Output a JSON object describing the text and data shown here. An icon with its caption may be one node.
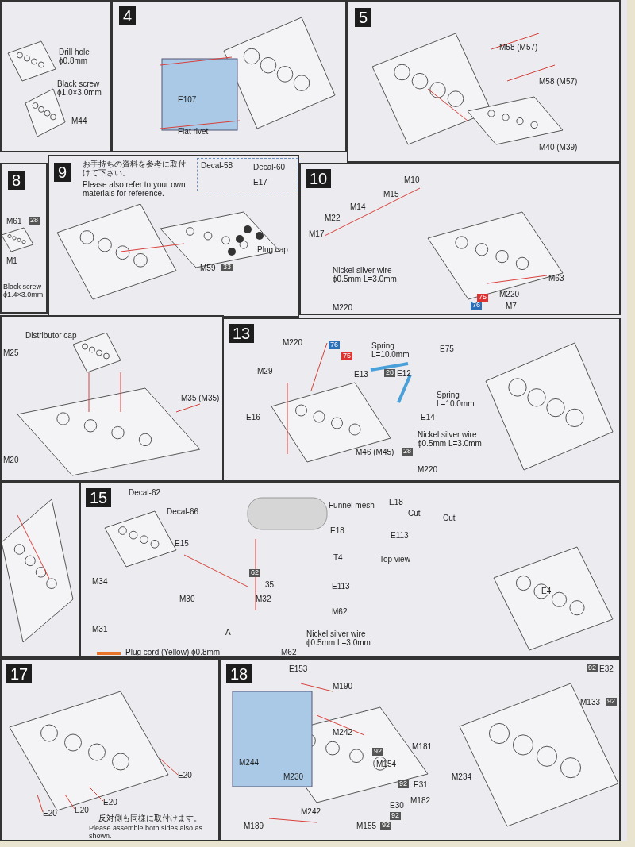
{
  "diagram": {
    "nodes": [
      {
        "text": [
          "Drill hole ϕ0.8mm",
          "Black screw ϕ1.0×3.0mm",
          "M44"
        ]
      },
      {
        "text": [
          "4",
          "E107",
          "Flat rivet"
        ]
      },
      {
        "text": [
          "5",
          "M58 (M57)",
          "M58 (M57)",
          "M40 (M39)"
        ]
      },
      {
        "text": [
          "8",
          "M61",
          "28",
          "M1",
          "Black screw ϕ1.4×3.0mm"
        ]
      },
      {
        "text": [
          "9",
          "お手持ちの資料を参考に取付けて下さい。",
          "Please also refer to your own materials for reference.",
          "Plug cap",
          "M59",
          "33"
        ]
      },
      {
        "text": [
          "Decal-58",
          "Decal-60",
          "E17"
        ],
        "in": 4
      },
      {
        "text": [
          "10",
          "M10",
          "M15",
          "M14",
          "M22",
          "M17",
          "Nickel silver wire ϕ0.5mm L=3.0mm",
          "M220",
          "M63",
          "M220",
          "75",
          "76",
          "M7"
        ]
      },
      {
        "text": [
          "M25",
          "Distributor cap",
          "M35 (M35)",
          "M20"
        ]
      },
      {
        "text": [
          "13",
          "M220",
          "76",
          "75",
          "Spring L=10.0mm",
          "E75",
          "M29",
          "E13",
          "28",
          "E12",
          "Spring L=10.0mm",
          "E14",
          "E16",
          "M46 (M45)",
          "28",
          "Nickel silver wire ϕ0.5mm L=3.0mm",
          "M220"
        ]
      },
      {
        "text": [],
        "shape": "box"
      },
      {
        "text": [
          "15",
          "Decal-62",
          "Decal-66",
          "E15",
          "M34",
          "M30",
          "M31",
          "62",
          "35",
          "M32",
          "A",
          "Funnel mesh",
          "E18",
          "T4",
          "E113",
          "M62",
          "Nickel silver wire ϕ0.5mm L=3.0mm",
          "M62",
          "E18",
          "Cut",
          "Cut",
          "E113",
          "Top view",
          "E4"
        ]
      },
      {
        "text": [
          "17",
          "E20",
          "E20",
          "E20",
          "E20",
          "反対側も同様に取付けます。",
          "Please assemble both sides also as shown."
        ]
      },
      {
        "text": [
          "18",
          "E153",
          "M190",
          "M242",
          "M181",
          "M244",
          "92",
          "M154",
          "M230",
          "M242",
          "92",
          "E31",
          "M182",
          "E30",
          "92",
          "M189",
          "M155",
          "92",
          "M234",
          "92",
          "E32",
          "M133",
          "92"
        ]
      }
    ],
    "legend": [
      {
        "text": "Plug cord (Yellow) ϕ0.8mm"
      }
    ]
  }
}
